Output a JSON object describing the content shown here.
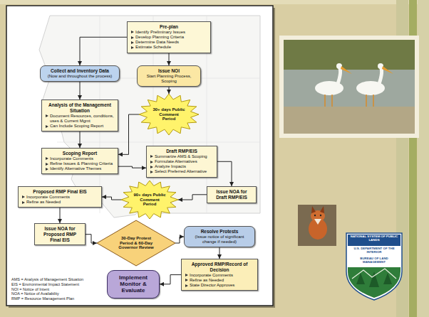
{
  "diagram": {
    "nodes": [
      {
        "text": [
          "Pre-plan",
          "Identify Preliminary Issues",
          "Develop Planning Criteria",
          "Determine Data Needs",
          "Estimate Schedule"
        ]
      },
      {
        "text": [
          "Collect and Inventory Data",
          "(Now and throughout the process)"
        ]
      },
      {
        "text": [
          "Issue NOI",
          "Start Planning Process, Scoping"
        ]
      },
      {
        "text": [
          "Analysis of the Management Situation",
          "Document Resources, conditions, uses & Current Mgmt",
          "Can Include Scoping Report"
        ]
      },
      {
        "text": [
          "30+ days Public Comment Period"
        ]
      },
      {
        "text": [
          "Scoping Report",
          "Incorporate Comments",
          "Refine Issues & Planning Criteria",
          "Identify Alternative Themes"
        ]
      },
      {
        "text": [
          "Draft RMP/EIS",
          "Summarize AMS & Scoping",
          "Formulate Alternatives",
          "Analyze Impacts",
          "Select Preferred Alternative"
        ]
      },
      {
        "text": [
          "90+ days Public Comment Period"
        ]
      },
      {
        "text": [
          "Issue NOA for Draft RMP/EIS"
        ]
      },
      {
        "text": [
          "Proposed RMP Final EIS",
          "Incorporate Comments",
          "Refine as Needed"
        ]
      },
      {
        "text": [
          "Issue NOA for Proposed RMP Final EIS"
        ]
      },
      {
        "text": [
          "30-Day Protest Period & 60-Day Governor Review"
        ]
      },
      {
        "text": [
          "Resolve Protests",
          "(Issue notice of significant change if needed)"
        ]
      },
      {
        "text": [
          "Approved RMP/Record of Decision",
          "Incorporate Comments",
          "Refine as Needed",
          "State Director Approves"
        ]
      },
      {
        "text": [
          "Implement Monitor & Evaluate"
        ]
      }
    ],
    "edges": [
      {
        "from": 0,
        "to": 1,
        "arrow": "to"
      },
      {
        "from": 0,
        "to": 2,
        "arrow": "to"
      },
      {
        "from": 1,
        "to": 3,
        "arrow": "to"
      },
      {
        "from": 2,
        "to": 4,
        "arrow": "to"
      },
      {
        "from": 4,
        "to": 5,
        "arrow": "to"
      },
      {
        "from": 3,
        "to": 5,
        "arrow": "to"
      },
      {
        "from": 5,
        "to": 6,
        "arrow": "to"
      },
      {
        "from": 6,
        "to": 8,
        "arrow": "to"
      },
      {
        "from": 8,
        "to": 7,
        "arrow": "to"
      },
      {
        "from": 7,
        "to": 9,
        "arrow": "to"
      },
      {
        "from": 9,
        "to": 10,
        "arrow": "to"
      },
      {
        "from": 10,
        "to": 11,
        "arrow": "to"
      },
      {
        "from": 11,
        "to": 12,
        "arrow": "to"
      },
      {
        "from": 12,
        "to": 13,
        "arrow": "to"
      },
      {
        "from": 13,
        "to": 14,
        "arrow": "to"
      }
    ],
    "labels": [
      "AMS = Analysis of Management Situation",
      "EIS = Environmental Impact Statement",
      "NOI = Notice of Intent",
      "NOA = Notice of Availability",
      "RMP = Resource Management Plan",
      "NATIONAL SYSTEM OF PUBLIC LANDS",
      "U.S. DEPARTMENT OF THE INTERIOR",
      "BUREAU OF LAND MANAGEMENT"
    ]
  }
}
